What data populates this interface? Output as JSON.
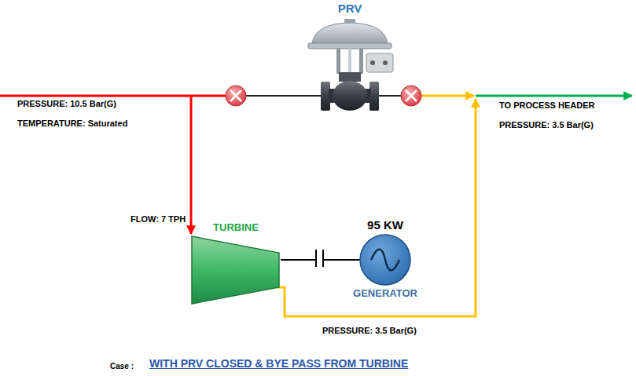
{
  "diagram": {
    "caption": "WITH PRV CLOSED & BYE PASS FROM TURBINE",
    "nodes": [
      {
        "text": [
          "PRV"
        ]
      },
      {
        "text": [
          "TURBINE"
        ]
      },
      {
        "text": [
          "95 KW",
          "GENERATOR"
        ]
      }
    ],
    "edges": [
      {
        "from": 1,
        "to": 2,
        "arrow": "none"
      }
    ],
    "labels": [
      "PRESSURE: 10.5 Bar(G)",
      "TEMPERATURE: Saturated",
      "TO PROCESS HEADER",
      "PRESSURE: 3.5 Bar(G)",
      "FLOW: 7 TPH",
      "PRESSURE: 3.5 Bar(G)",
      "Case :"
    ]
  }
}
